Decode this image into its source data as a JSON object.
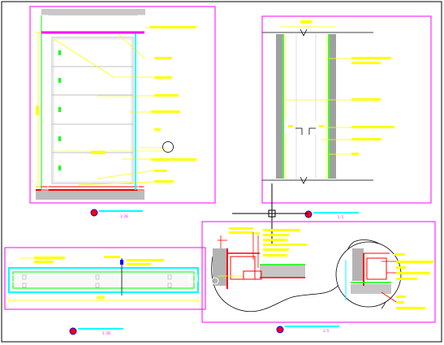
{
  "colors": {
    "background": "#ffffff",
    "frame": "#ff00ff",
    "annotation": "#ffff00",
    "cyan": "#00ffff",
    "red": "#ff0000",
    "green": "#00ff00",
    "blue": "#0000ff",
    "hatch": "#808080",
    "dark": "#000000"
  },
  "views": {
    "elevation": {
      "scale_label": "1:20"
    },
    "section_vertical": {
      "scale_label": "1:5"
    },
    "plan": {
      "scale_label": "1:20"
    },
    "detail": {
      "scale_label": "1:5"
    }
  },
  "icons": [
    "section-marker-icon",
    "crosshair-cursor-icon",
    "break-line-icon"
  ]
}
